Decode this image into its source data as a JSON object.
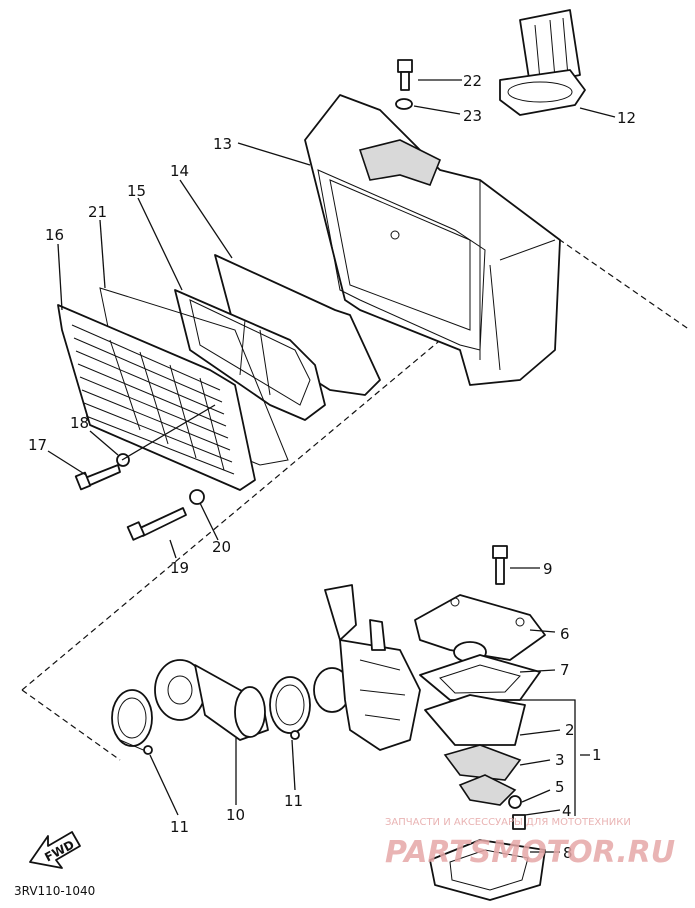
{
  "diagram": {
    "code": "3RV110-1040",
    "fwd": "FWD",
    "labels": {
      "p1": "1",
      "p2": "2",
      "p3": "3",
      "p4": "4",
      "p5": "5",
      "p6": "6",
      "p7": "7",
      "p8": "8",
      "p9": "9",
      "p10": "10",
      "p11a": "11",
      "p11b": "11",
      "p12": "12",
      "p13": "13",
      "p14": "14",
      "p15": "15",
      "p16": "16",
      "p17": "17",
      "p18": "18",
      "p19": "19",
      "p20": "20",
      "p21": "21",
      "p22": "22",
      "p23": "23"
    }
  },
  "watermark": {
    "caption": "ЗАПЧАСТИ И АКСЕССУАРЫ ДЛЯ МОТОТЕХНИКИ",
    "brand": "PARTSMOTOR.RU",
    "color": "#d46a6a"
  }
}
